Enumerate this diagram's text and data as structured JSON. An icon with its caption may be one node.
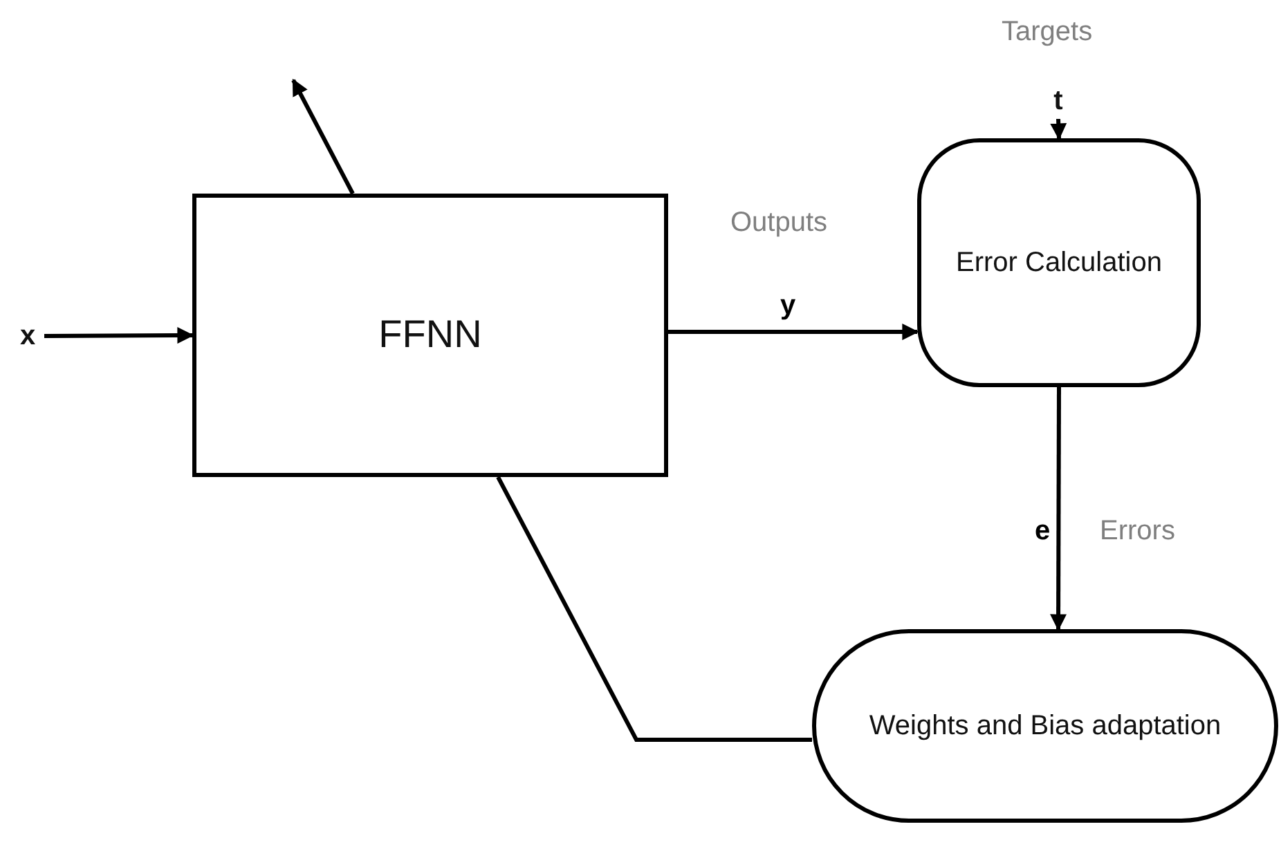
{
  "diagram": {
    "nodes": [
      {
        "text": [
          "x"
        ]
      },
      {
        "text": [
          "FFNN"
        ]
      },
      {
        "text": [
          "t"
        ],
        "beside": [
          "Targets"
        ]
      },
      {
        "text": [
          "Error Calculation"
        ]
      },
      {
        "text": [
          "Weights and Bias adaptation"
        ]
      }
    ],
    "edges": [
      {
        "from": 0,
        "to": 1,
        "arrow": "to"
      },
      {
        "from": 1,
        "to": null,
        "arrow": "to"
      },
      {
        "from": 1,
        "to": 3,
        "arrow": "to",
        "label": "y"
      },
      {
        "from": 2,
        "to": 3,
        "arrow": "to"
      },
      {
        "from": 3,
        "to": 4,
        "arrow": "to",
        "label": "e"
      },
      {
        "from": 4,
        "to": 1,
        "arrow": "none"
      }
    ],
    "labels": [
      "Outputs",
      "Errors"
    ]
  }
}
